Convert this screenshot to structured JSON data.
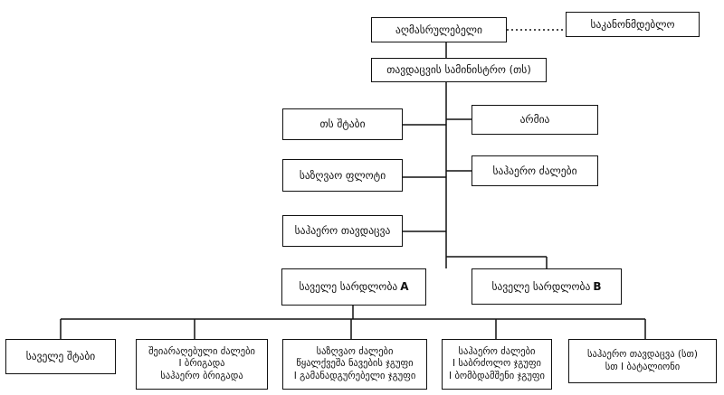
{
  "nodes": {
    "executive": "აღმასრულებელი",
    "legislative": "საკანონმდებლო",
    "ministry": "თავდაცვის სამინისტრო (თს)",
    "staff": "თს შტაბი",
    "army": "არმია",
    "navy": "საზღვაო ფლოტი",
    "air_force": "საჰაერო ძალები",
    "air_defense": "საჰაერო თავდაცვა",
    "command_a": {
      "label": "საველე სარდლობა",
      "suffix": "A"
    },
    "command_b": {
      "label": "საველე სარდლობა",
      "suffix": "B"
    },
    "field_staff": "საველე შტაბი",
    "armed_units": [
      "შეიარაღებული ძალები",
      "I ბრიგადა",
      "საჰაერო ბრიგადა"
    ],
    "naval_forces": [
      "საზღვაო ძალები",
      "წყალქვეშა ნავების ჯგუფი",
      "I გამანადგურებელი ჯგუფი"
    ],
    "air_forces": [
      "საჰაერო ძალები",
      "I საბრძოლო ჯგუფი",
      "I ბომბდამშენი ჯგუფი"
    ],
    "air_defense_unit": [
      "საჰაერო თავდაცვა (სთ)",
      "სთ I ბატალიონი"
    ]
  }
}
